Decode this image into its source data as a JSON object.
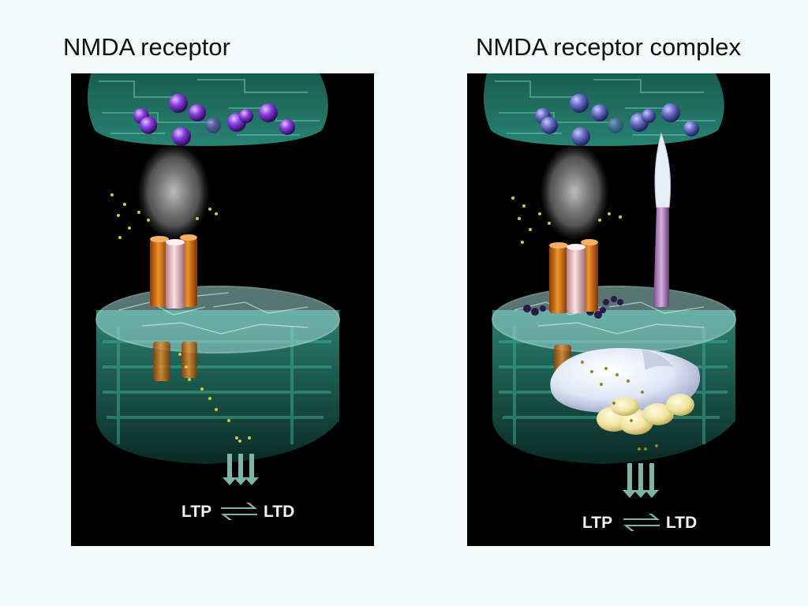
{
  "slide": {
    "left": {
      "title": "NMDA receptor",
      "ltp_label": "LTP",
      "ltd_label": "LTD"
    },
    "right": {
      "title": "NMDA receptor complex",
      "ltp_label": "LTP",
      "ltd_label": "LTD"
    }
  },
  "colors": {
    "background": "#f3fbfa",
    "panel": "#000000",
    "membrane": "#2a8a78",
    "vesicle_left": "#8a3ee0",
    "vesicle_right": "#6a6fc8",
    "channel_orange": "#d87a1e",
    "channel_pink": "#f0c8cc",
    "scaffold": "#dfe6f5",
    "kinase": "#efe2a0",
    "arrows": "#7fb3a6"
  }
}
